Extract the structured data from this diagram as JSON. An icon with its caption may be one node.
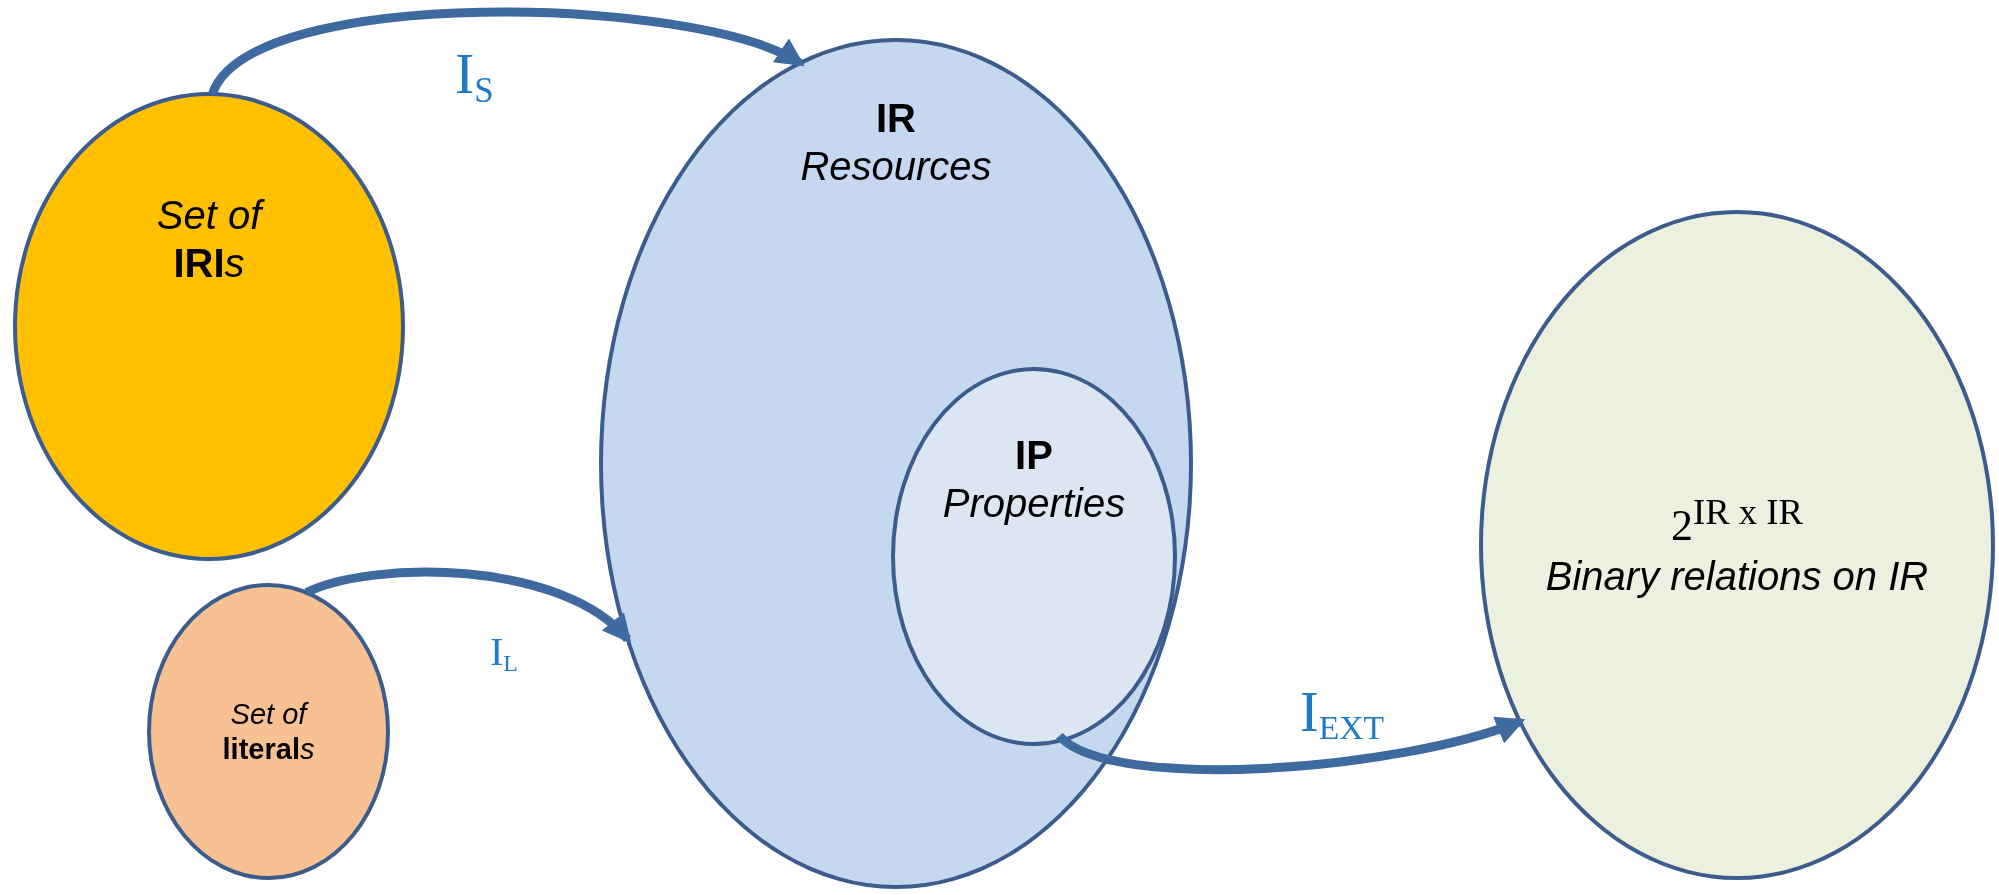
{
  "diagram": {
    "nodes": [
      {
        "text": [
          "Set of **IRI**s"
        ]
      },
      {
        "text": [
          "Set of **literal**s"
        ]
      },
      {
        "text": [
          "IR",
          "Resources"
        ]
      },
      {
        "text": [
          "IP",
          "Properties"
        ],
        "in": 2
      },
      {
        "text": [
          "2$^{IR x IR}$",
          "Binary relations on IR"
        ]
      }
    ],
    "edges": [
      {
        "from": 0,
        "to": 2,
        "arrow": "to",
        "label": "I$_{S}$"
      },
      {
        "from": 1,
        "to": 2,
        "arrow": "to",
        "label": "I$_{L}$"
      },
      {
        "from": 3,
        "to": 4,
        "arrow": "to",
        "label": "I$_{EXT}$"
      }
    ]
  }
}
